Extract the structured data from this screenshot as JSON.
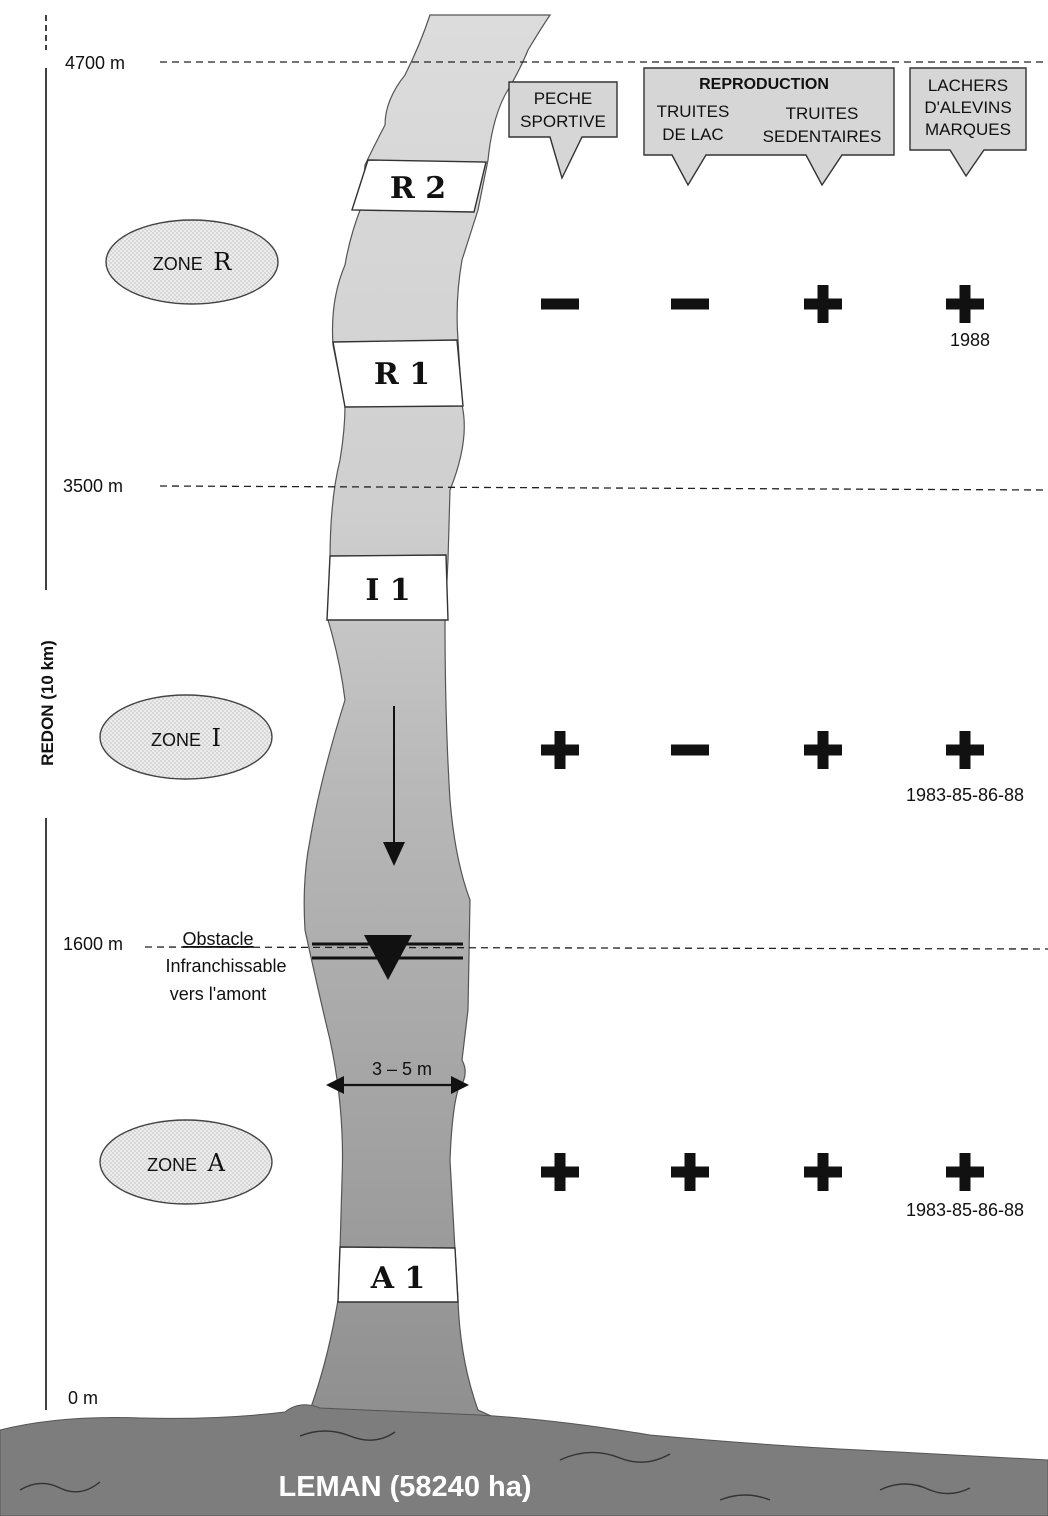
{
  "axis": {
    "title": "REDON (10 km)",
    "ticks": [
      "4700 m",
      "3500 m",
      "1600 m",
      "0 m"
    ]
  },
  "columns": {
    "peche": [
      "PECHE",
      "SPORTIVE"
    ],
    "reproduction": "REPRODUCTION",
    "truites_lac": [
      "TRUITES",
      "DE LAC"
    ],
    "truites_sed": [
      "TRUITES",
      "SEDENTAIRES"
    ],
    "lachers": [
      "LACHERS",
      "D'ALEVINS",
      "MARQUES"
    ]
  },
  "zones": [
    {
      "word": "ZONE",
      "letter": "R",
      "marks": [
        "-",
        "-",
        "+",
        "+"
      ],
      "years": "1988"
    },
    {
      "word": "ZONE",
      "letter": "I",
      "marks": [
        "+",
        "-",
        "+",
        "+"
      ],
      "years": "1983-85-86-88"
    },
    {
      "word": "ZONE",
      "letter": "A",
      "marks": [
        "+",
        "+",
        "+",
        "+"
      ],
      "years": "1983-85-86-88"
    }
  ],
  "sections": [
    "R 2",
    "R 1",
    "I 1",
    "A 1"
  ],
  "obstacle": [
    "Obstacle",
    "Infranchissable",
    "vers l'amont"
  ],
  "width_label": "3 – 5 m",
  "lake_label": "LEMAN (58240 ha)",
  "colors": {
    "stream_upper": "#d9d9d9",
    "stream_middle": "#bcbcbc",
    "stream_lower": "#9a9a9a",
    "lake": "#7a7a7a",
    "zone_fill": "#e6e6e6",
    "callout_fill": "#d4d4d4"
  }
}
